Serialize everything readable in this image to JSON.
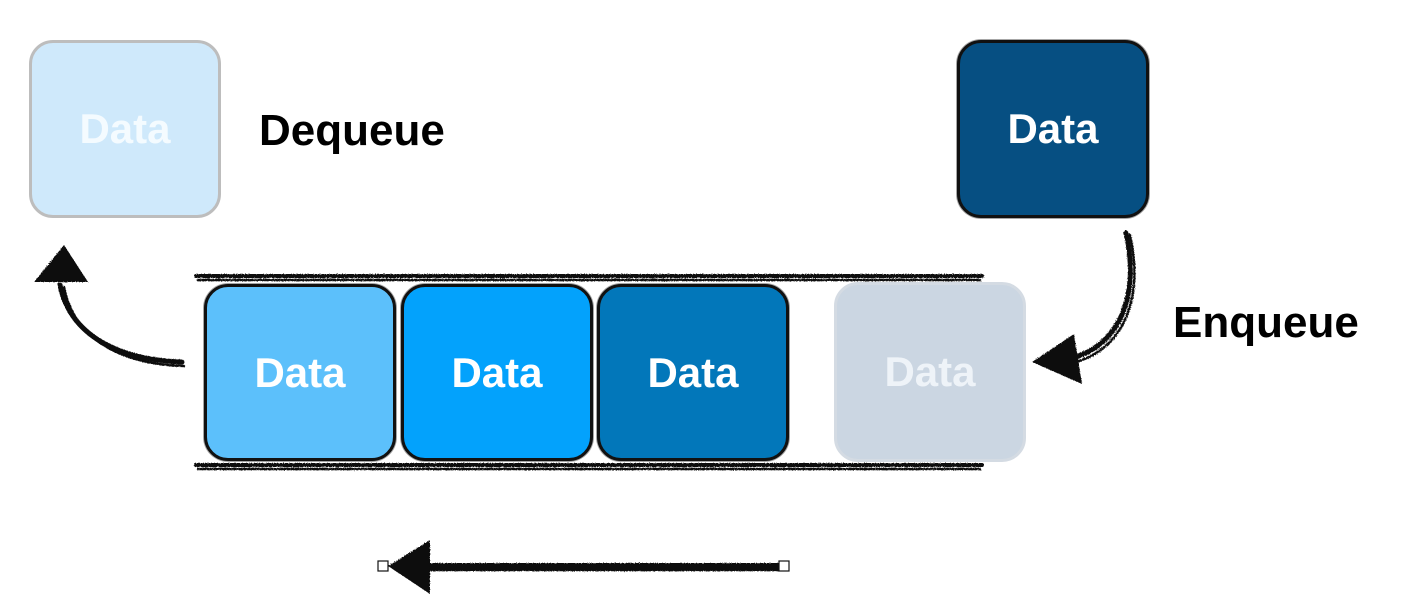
{
  "labels": {
    "dequeue": "Dequeue",
    "enqueue": "Enqueue"
  },
  "boxes": {
    "dequeued": {
      "text": "Data",
      "color": "#cfe9fb"
    },
    "incoming": {
      "text": "Data",
      "color": "#064f82"
    },
    "queue_1": {
      "text": "Data",
      "color": "#5cc0fb"
    },
    "queue_2": {
      "text": "Data",
      "color": "#03a2fc"
    },
    "queue_3": {
      "text": "Data",
      "color": "#0277ba"
    },
    "slot_ghost": {
      "text": "Data",
      "color": "#cbd6e2"
    }
  },
  "colors": {
    "stroke": "#111111",
    "label": "#000000"
  }
}
